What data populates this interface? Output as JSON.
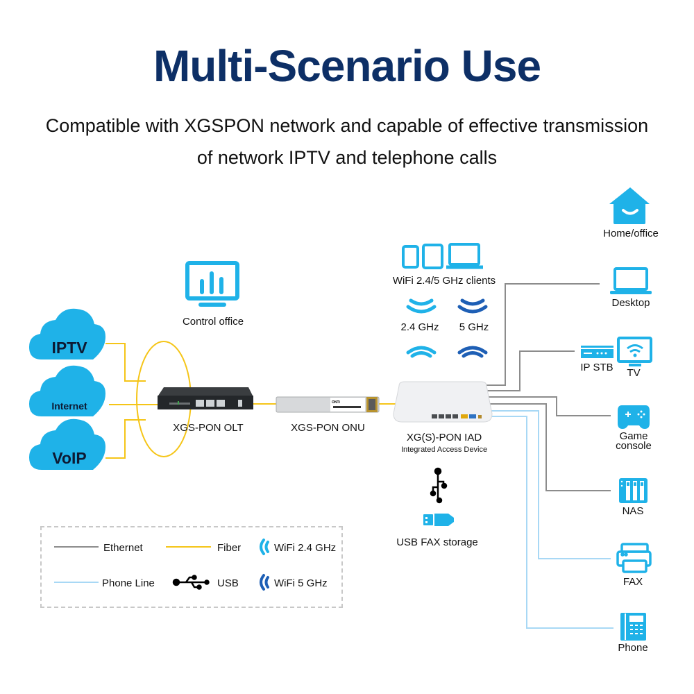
{
  "header": {
    "title": "Multi-Scenario Use",
    "subtitle_line1": "Compatible with XGSPON network and capable of effective transmission",
    "subtitle_line2": "of network IPTV and telephone calls"
  },
  "colors": {
    "title": "#0d2f66",
    "icon_blue": "#1fb2e8",
    "wifi_5ghz": "#1e5fb5",
    "ethernet": "#8c8c8c",
    "fiber": "#f5c518",
    "phone_line": "#a8d8f5"
  },
  "sources": {
    "control_office": {
      "label": "Control office",
      "icon": "monitor-chart-icon"
    },
    "clouds": [
      {
        "label": "IPTV",
        "icon": "cloud-icon"
      },
      {
        "label": "Internet",
        "icon": "cloud-icon"
      },
      {
        "label": "VoIP",
        "icon": "cloud-icon"
      }
    ]
  },
  "devices": {
    "olt": {
      "label": "XGS-PON OLT"
    },
    "onu": {
      "label": "XGS-PON ONU",
      "brand": "ONTi"
    },
    "iad": {
      "label": "XG(S)-PON IAD",
      "sublabel": "Integrated Access Device"
    }
  },
  "wifi": {
    "clients_label": "WiFi 2.4/5 GHz clients",
    "band_24_label": "2.4 GHz",
    "band_5_label": "5 GHz"
  },
  "usb": {
    "label": "USB FAX storage"
  },
  "endpoints": [
    {
      "label": "Home/office",
      "icon": "home-icon"
    },
    {
      "label": "Desktop",
      "icon": "laptop-icon"
    },
    {
      "label": "IP STB",
      "icon": "set-top-box-icon"
    },
    {
      "label": "TV",
      "icon": "tv-icon"
    },
    {
      "label": "Game console",
      "label_line1": "Game",
      "label_line2": "console",
      "icon": "gamepad-icon"
    },
    {
      "label": "NAS",
      "icon": "nas-icon"
    },
    {
      "label": "FAX",
      "icon": "printer-icon"
    },
    {
      "label": "Phone",
      "icon": "phone-icon"
    }
  ],
  "legend": {
    "items": [
      {
        "label": "Ethernet",
        "type": "line",
        "color": "#8c8c8c"
      },
      {
        "label": "Fiber",
        "type": "line",
        "color": "#f5c518"
      },
      {
        "label": "WiFi 2.4 GHz",
        "type": "wifi",
        "color": "#1fb2e8"
      },
      {
        "label": "Phone Line",
        "type": "line",
        "color": "#a8d8f5"
      },
      {
        "label": "USB",
        "type": "usb",
        "color": "#000000"
      },
      {
        "label": "WiFi 5 GHz",
        "type": "wifi",
        "color": "#1e5fb5"
      }
    ]
  }
}
